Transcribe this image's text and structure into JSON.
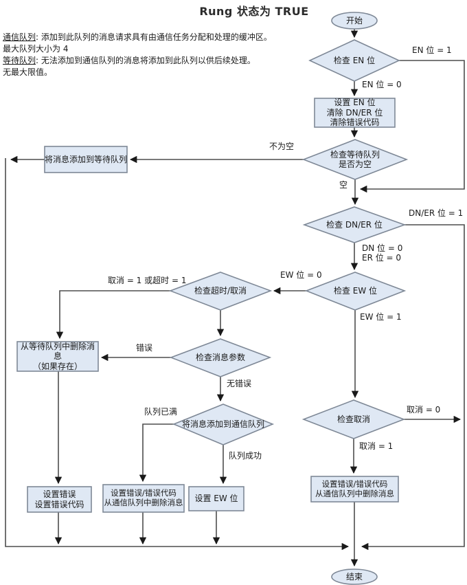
{
  "title": "Rung 状态为 TRUE",
  "colors": {
    "node_fill": "#dfe8f4",
    "node_border": "#7e8896",
    "line": "#4d4d4d",
    "arrow": "#1a1a1a",
    "text": "#1a1a1a"
  },
  "legend": {
    "line1_term": "通信队列",
    "line1_rest": ": 添加到此队列的消息请求具有由通信任务分配和处理的缓冲区。",
    "line2": "最大队列大小为 4",
    "line3_term": "等待队列",
    "line3_rest": ": 无法添加到通信队列的消息将添加到此队列以供后续处理。",
    "line4": "无最大限值。"
  },
  "nodes": {
    "start": "开始",
    "check_en": "检查 EN 位",
    "set_en": "设置 EN 位\n清除 DN/ER 位\n清除错误代码",
    "check_wait_queue": "检查等待队列\n是否为空",
    "add_wait_queue": "将消息添加到等待队列",
    "check_dner": "检查 DN/ER 位",
    "check_ew": "检查 EW 位",
    "check_timeout_cancel": "检查超时/取消",
    "check_msg_params": "检查消息参数",
    "remove_wait_queue": "从等待队列中删除消息\n（如果存在）",
    "add_comm_queue": "将消息添加到通信队列",
    "check_cancel": "检查取消",
    "set_error": "设置错误\n设置错误代码",
    "set_error_remove_comm": "设置错误/错误代码\n从通信队列中删除消息",
    "set_ew": "设置 EW 位",
    "set_error_remove_comm_right": "设置错误/错误代码\n从通信队列中删除消息",
    "end": "结束"
  },
  "edge_labels": {
    "en_1": "EN 位 = 1",
    "en_0": "EN 位 = 0",
    "not_empty": "不为空",
    "empty": "空",
    "dner_1": "DN/ER 位 = 1",
    "dn0_er0": "DN 位 = 0\nER 位 = 0",
    "ew_0": "EW 位 = 0",
    "ew_1": "EW 位 = 1",
    "cancel_or_timeout": "取消 = 1 或超时 = 1",
    "error": "错误",
    "no_error": "无错误",
    "queue_full": "队列已满",
    "queue_success": "队列成功",
    "cancel_0": "取消 = 0",
    "cancel_1": "取消 = 1"
  }
}
